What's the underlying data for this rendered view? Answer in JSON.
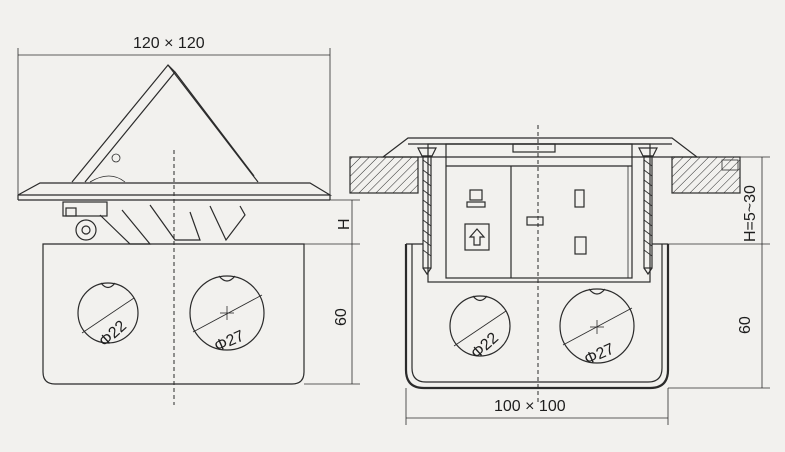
{
  "dimensions": {
    "left_top_width": "120 × 120",
    "left_h": "H",
    "left_height": "60",
    "left_hole_small": "Φ22",
    "left_hole_large": "Φ27",
    "right_range": "H=5~30",
    "right_height": "60",
    "right_hole_small": "Φ22",
    "right_hole_large": "Φ27",
    "right_bottom_width": "100 × 100"
  },
  "icons": {
    "network": "computer-port-icon",
    "usb": "usb-port-icon",
    "power": "power-socket-icon"
  }
}
